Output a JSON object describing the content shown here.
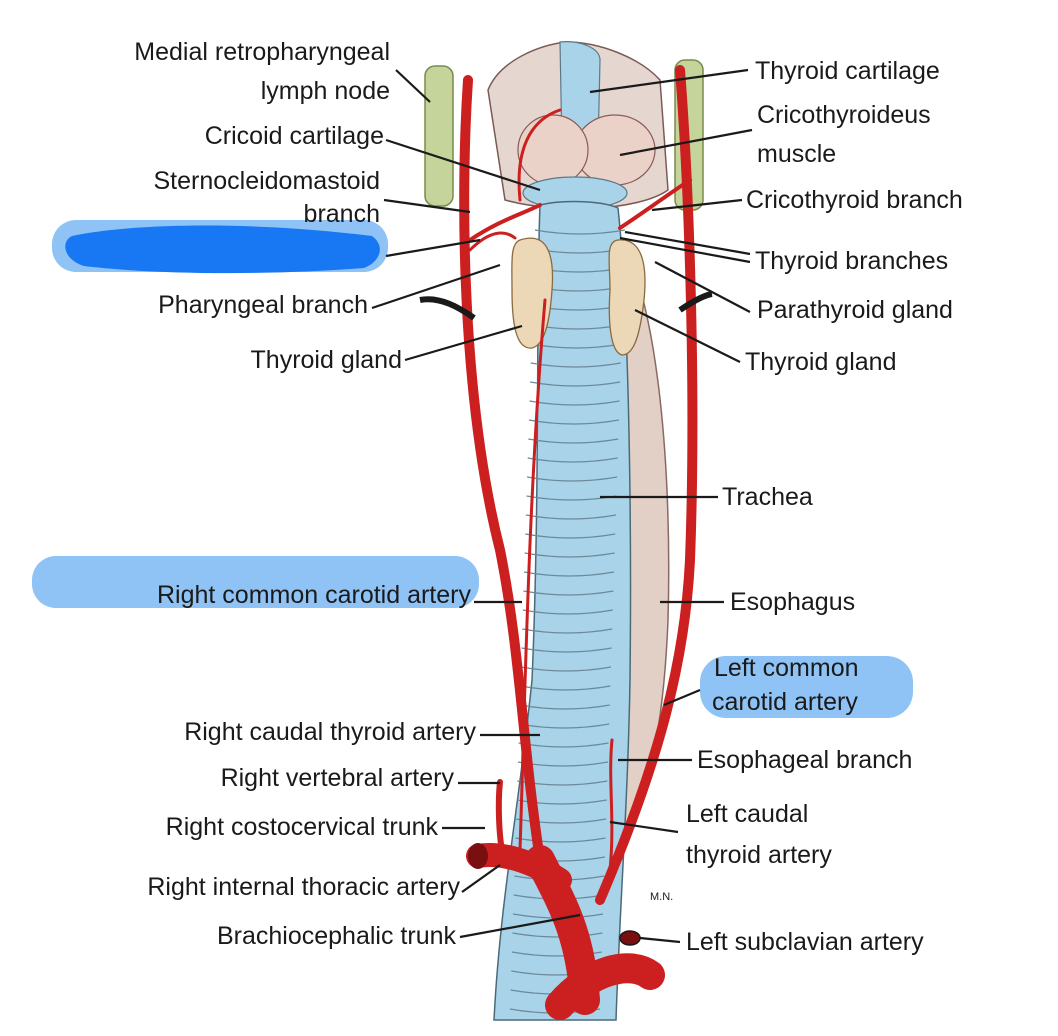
{
  "labels": {
    "medial_retropharyngeal_1": "Medial retropharyngeal",
    "medial_retropharyngeal_2": "lymph node",
    "cricoid_cartilage": "Cricoid cartilage",
    "sternocleidomastoid_1": "Sternocleidomastoid",
    "sternocleidomastoid_2": "branch",
    "pharyngeal_branch": "Pharyngeal branch",
    "thyroid_gland_left_label": "Thyroid gland",
    "right_common_carotid": "Right common carotid artery",
    "right_caudal_thyroid": "Right caudal thyroid artery",
    "right_vertebral": "Right vertebral artery",
    "right_costocervical": "Right costocervical trunk",
    "right_internal_thoracic": "Right internal thoracic artery",
    "brachiocephalic": "Brachiocephalic trunk",
    "thyroid_cartilage": "Thyroid cartilage",
    "cricothyroideus_1": "Cricothyroideus",
    "cricothyroideus_2": "muscle",
    "cricothyroid_branch": "Cricothyroid branch",
    "thyroid_branches": "Thyroid branches",
    "parathyroid_gland": "Parathyroid gland",
    "thyroid_gland_right_label": "Thyroid gland",
    "trachea": "Trachea",
    "esophagus": "Esophagus",
    "left_common_carotid_1": "Left common",
    "left_common_carotid_2": "carotid artery",
    "esophageal_branch": "Esophageal branch",
    "left_caudal_thyroid_1": "Left caudal",
    "left_caudal_thyroid_2": "thyroid artery",
    "left_subclavian": "Left subclavian artery",
    "signature": "M.N."
  },
  "colors": {
    "highlight": "#8fc3f5",
    "scribble": "#1877f2",
    "artery": "#cc1f1f",
    "trachea": "#a9d3e8",
    "esophagus": "#e2cfc6",
    "thyroid": "#ecd7b6",
    "lymph": "#c4d49a"
  }
}
